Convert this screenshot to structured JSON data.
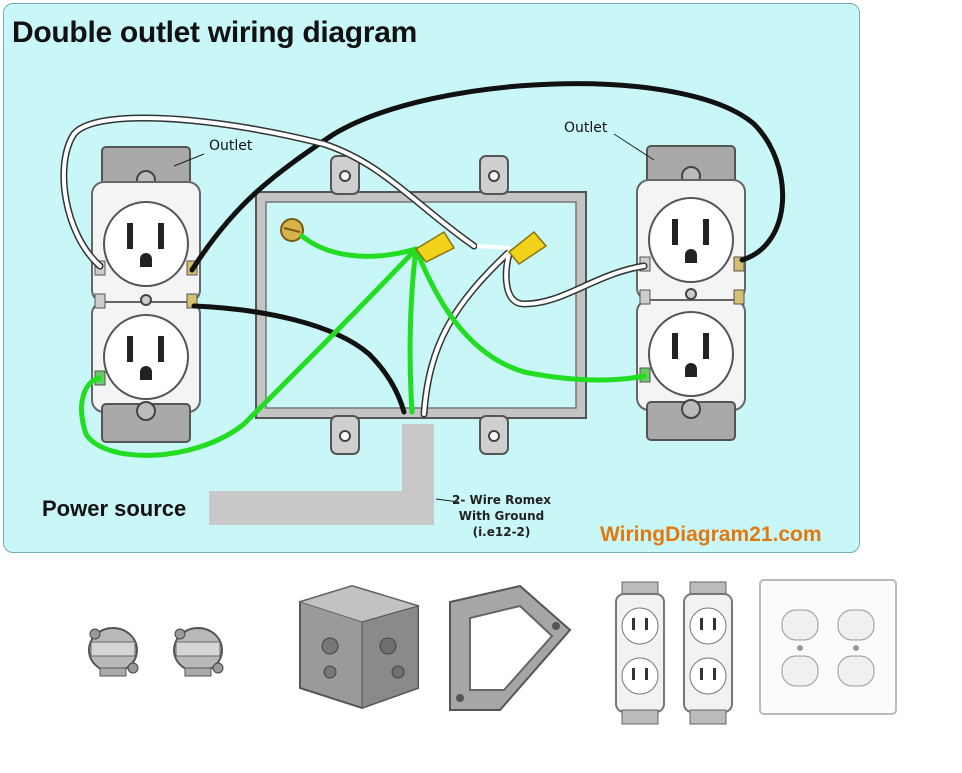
{
  "title": "Double outlet wiring diagram",
  "labels": {
    "outlet_left": "Outlet",
    "outlet_right": "Outlet",
    "power_source": "Power source",
    "romex_line1": "2- Wire Romex",
    "romex_line2": "With Ground",
    "romex_line3": "(i.e12-2)",
    "brand": "WiringDiagram21.com"
  },
  "colors": {
    "panel_bg": "#c9f7f7",
    "hot_wire": "#111111",
    "neutral_wire": "#ffffff",
    "ground_wire": "#22dd22",
    "wire_nut": "#f2d21a",
    "brand_text": "#e07a10"
  },
  "parts": [
    "cable-clamp-connectors",
    "metal-junction-box",
    "mud-ring-cover",
    "duplex-receptacles",
    "duplex-wall-plate"
  ]
}
